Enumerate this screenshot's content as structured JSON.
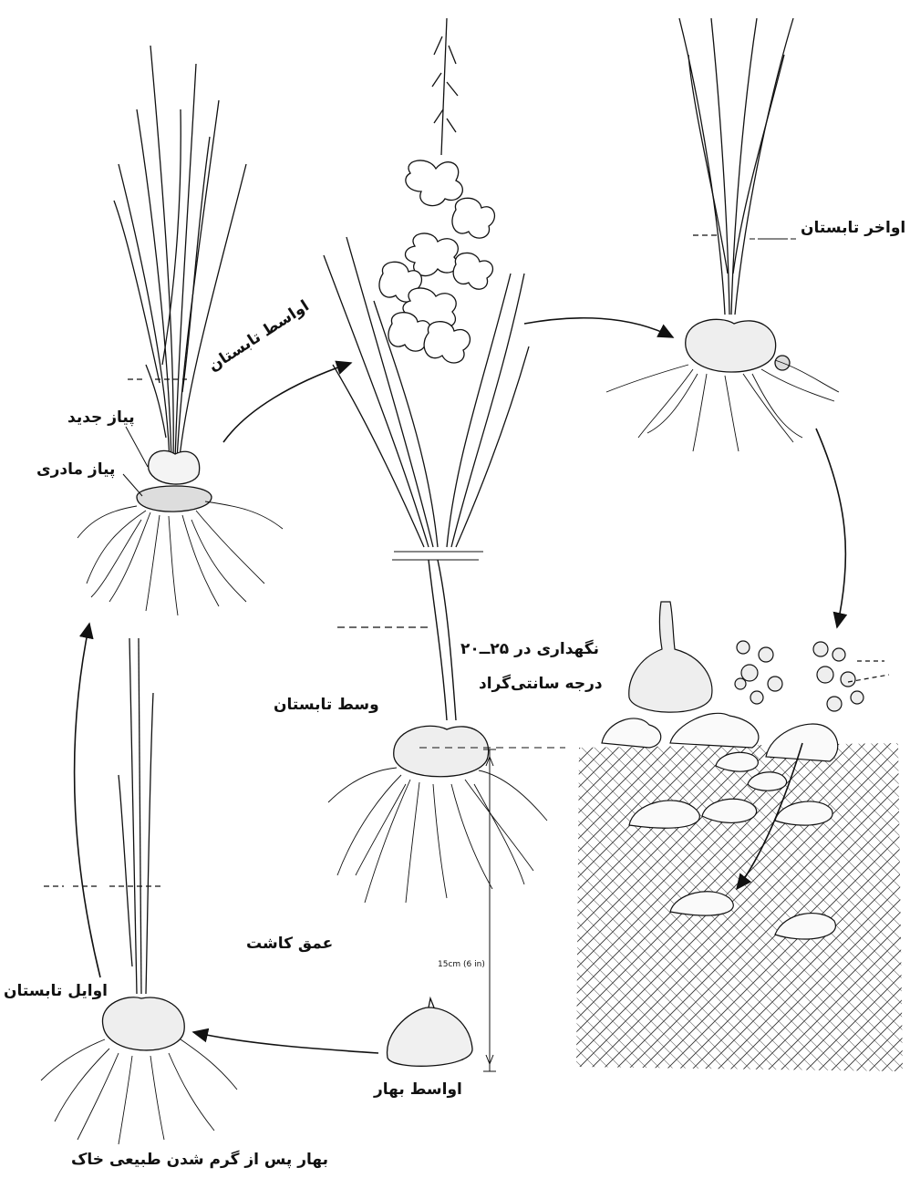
{
  "labels": {
    "late_summer": "اواخر تابستان",
    "mid_summer_arrow": "اواسط تابستان",
    "new_corm": "پیاز جدید",
    "mother_corm": "پیاز مادری",
    "storage_line1": "نگهداری در ۲۵ــ۲۰",
    "storage_line2": "درجه سانتی‌گراد",
    "midsummer": "وسط تابستان",
    "planting_depth": "عمق کاشت",
    "depth_value": "15cm (6 in)",
    "early_summer": "اوایل تابستان",
    "mid_spring": "اواسط بهار",
    "spring_note": "بهار پس از گرم شدن طبیعی خاک"
  }
}
